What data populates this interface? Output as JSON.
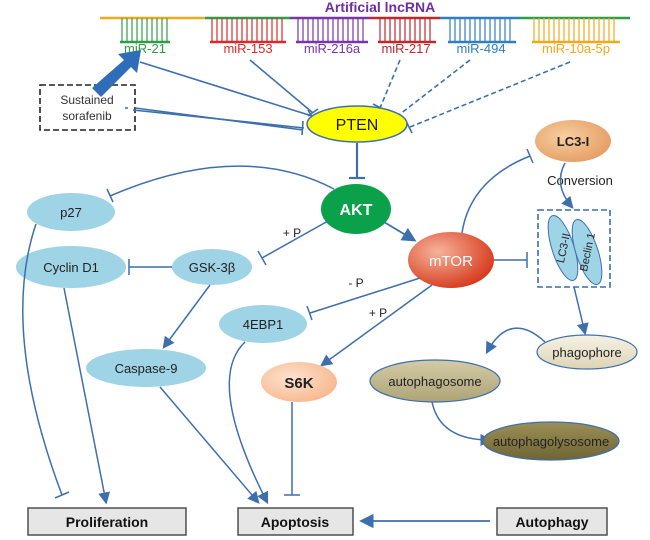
{
  "title": "Artificial lncRNA",
  "mirnas": [
    {
      "label": "miR-21",
      "color": "#2e9e48"
    },
    {
      "label": "miR-153",
      "color": "#d92b2b"
    },
    {
      "label": "miR-216a",
      "color": "#7a35a8"
    },
    {
      "label": "miR-217",
      "color": "#c0282d"
    },
    {
      "label": "miR-494",
      "color": "#2f7fc1"
    },
    {
      "label": "miR-10a-5p",
      "color": "#f2a81d"
    }
  ],
  "sorafenib": {
    "line1": "Sustained",
    "line2": "sorafenib"
  },
  "nodes": {
    "pten": "PTEN",
    "akt": "AKT",
    "mtor": "mTOR",
    "lc3i": "LC3-I",
    "conversion": "Conversion",
    "lc3ii": "LC3-II",
    "beclin": "Beclin 1",
    "p27": "p27",
    "cyclin": "Cyclin D1",
    "gsk": "GSK-3β",
    "ebp": "4EBP1",
    "caspase": "Caspase-9",
    "s6k": "S6K",
    "phagophore": "phagophore",
    "autophagosome": "autophagosome",
    "autophagolysosome": "autophagolysosome"
  },
  "edge_labels": {
    "plus_p_gsk": "+ P",
    "minus_p": "- P",
    "plus_p_s6k": "+ P"
  },
  "outcomes": {
    "proliferation": "Proliferation",
    "apoptosis": "Apoptosis",
    "autophagy": "Autophagy"
  },
  "colors": {
    "arrow": "#3d6fae",
    "light_blue": "#9fd3e6",
    "pten": "#ffff00",
    "akt": "#0aa14a",
    "mtor": "#e0492b",
    "lc3i": "#e8a56a",
    "s6k": "#fbc9a3",
    "phagophore": "#ece6d2",
    "autophagosome": "#c4bb92",
    "autophagolysosome": "#8a7d45",
    "outcome_box": "#e6e6e6"
  }
}
